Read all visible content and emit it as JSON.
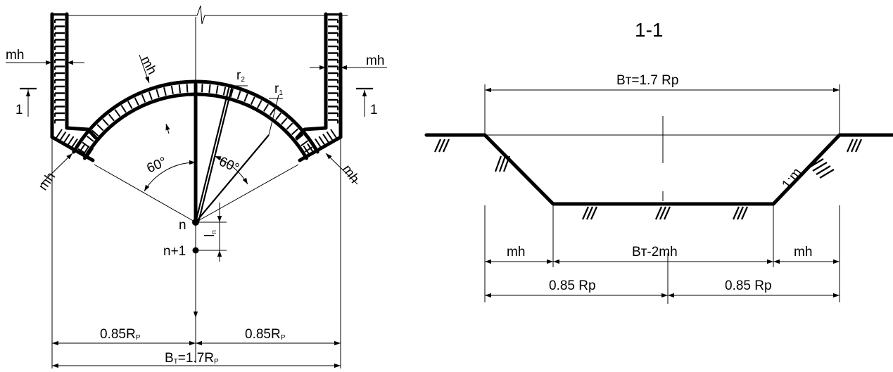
{
  "plan": {
    "labels": {
      "mh_top_left": "mh",
      "mh_top_right": "mh",
      "mh_arc": "mh",
      "mh_bottom_left": "mh",
      "mh_bottom_right": "mh",
      "r2": "r",
      "r2_sub": "2",
      "r1": "r",
      "r1_sub": "1",
      "angle_left": "60°",
      "angle_right": "60°",
      "node_n": "n",
      "node_n1": "n+1",
      "ln": "l",
      "ln_sub": "n",
      "section_left": "1",
      "section_right": "1",
      "dim_left": "0.85R",
      "dim_left_sub": "P",
      "dim_right": "0.85R",
      "dim_right_sub": "P",
      "dim_total_pre": "B",
      "dim_total_sub1": "T",
      "dim_total_mid": "=1.7R",
      "dim_total_sub2": "P"
    }
  },
  "section": {
    "title": "1-1",
    "labels": {
      "top_width": "Bт=1.7 Rp",
      "slope": "1:m",
      "mh_left": "mh",
      "bottom_mid": "Bт-2mh",
      "mh_right": "mh",
      "half_left": "0.85 Rp",
      "half_right": "0.85 Rp"
    }
  }
}
